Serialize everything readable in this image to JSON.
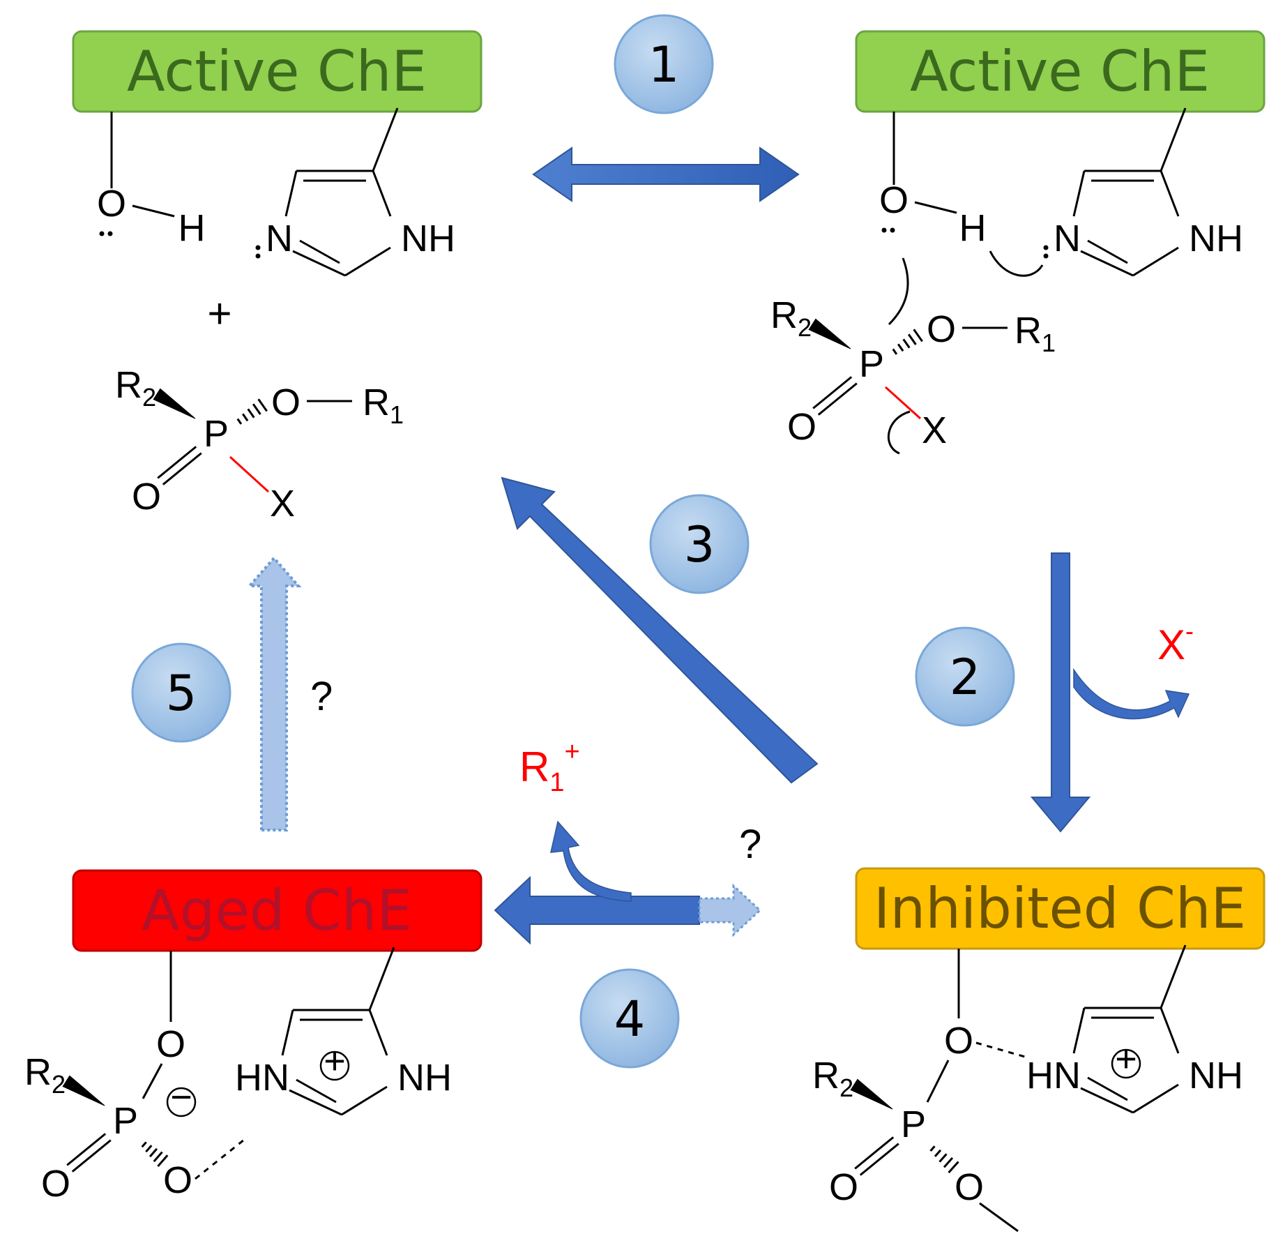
{
  "boxes": {
    "active_left": "Active ChE",
    "active_right": "Active ChE",
    "inhibited": "Inhibited ChE",
    "aged": "Aged ChE"
  },
  "steps": [
    "1",
    "2",
    "3",
    "4",
    "5"
  ],
  "byproducts": {
    "leaving_group": "X",
    "leaving_group_charge": "-",
    "dealkyl": "R",
    "dealkyl_sub": "1",
    "dealkyl_charge": "+"
  },
  "question_marks": [
    "?",
    "?"
  ],
  "plus_sign": "+",
  "atoms": {
    "O": "O",
    "H": "H",
    "N": "N",
    "NH": "NH",
    "HN": "HN",
    "P": "P",
    "X": "X",
    "R": "R",
    "sub1": "1",
    "sub2": "2",
    "plus": "+",
    "minus": "−"
  },
  "colors": {
    "active": "#92d050",
    "inhibited": "#ffc000",
    "aged": "#ff0000",
    "arrow": "#3c6cc4",
    "step_circle": "#9dc3e6",
    "red_text": "#ff0000"
  }
}
